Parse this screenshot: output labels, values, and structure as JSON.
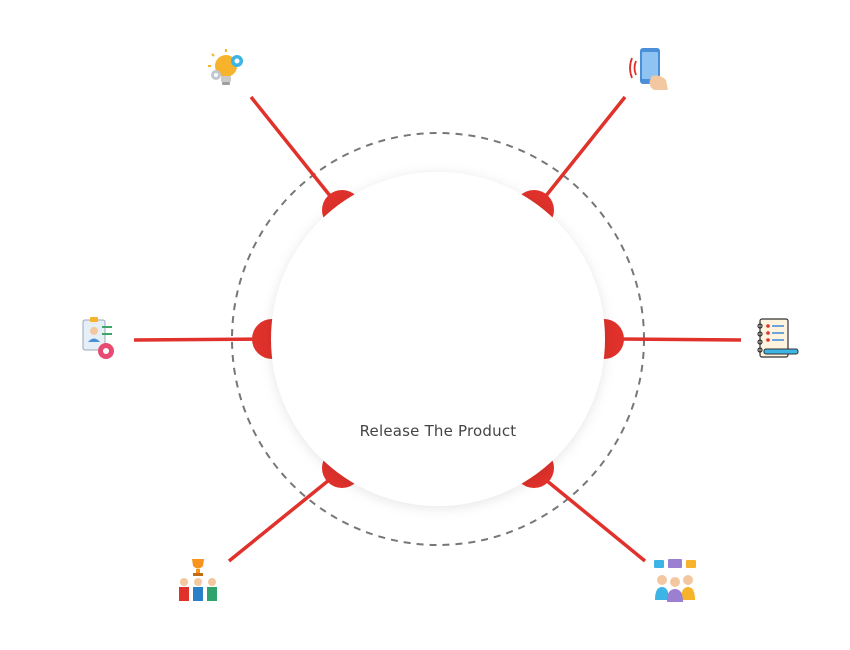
{
  "center": {
    "label": "Release The Product"
  },
  "colors": {
    "accent": "#e0312b",
    "dashed_ring": "#777777",
    "circle_fill": "#ffffff",
    "label_text": "#444444"
  },
  "nodes": [
    {
      "id": "top-left",
      "icon": "lightbulb-gear-icon"
    },
    {
      "id": "top-right",
      "icon": "smartphone-hand-icon"
    },
    {
      "id": "left",
      "icon": "user-profile-settings-icon"
    },
    {
      "id": "right",
      "icon": "notebook-checklist-pen-icon"
    },
    {
      "id": "bottom-left",
      "icon": "team-trophy-celebration-icon"
    },
    {
      "id": "bottom-right",
      "icon": "team-discussion-icon"
    }
  ]
}
